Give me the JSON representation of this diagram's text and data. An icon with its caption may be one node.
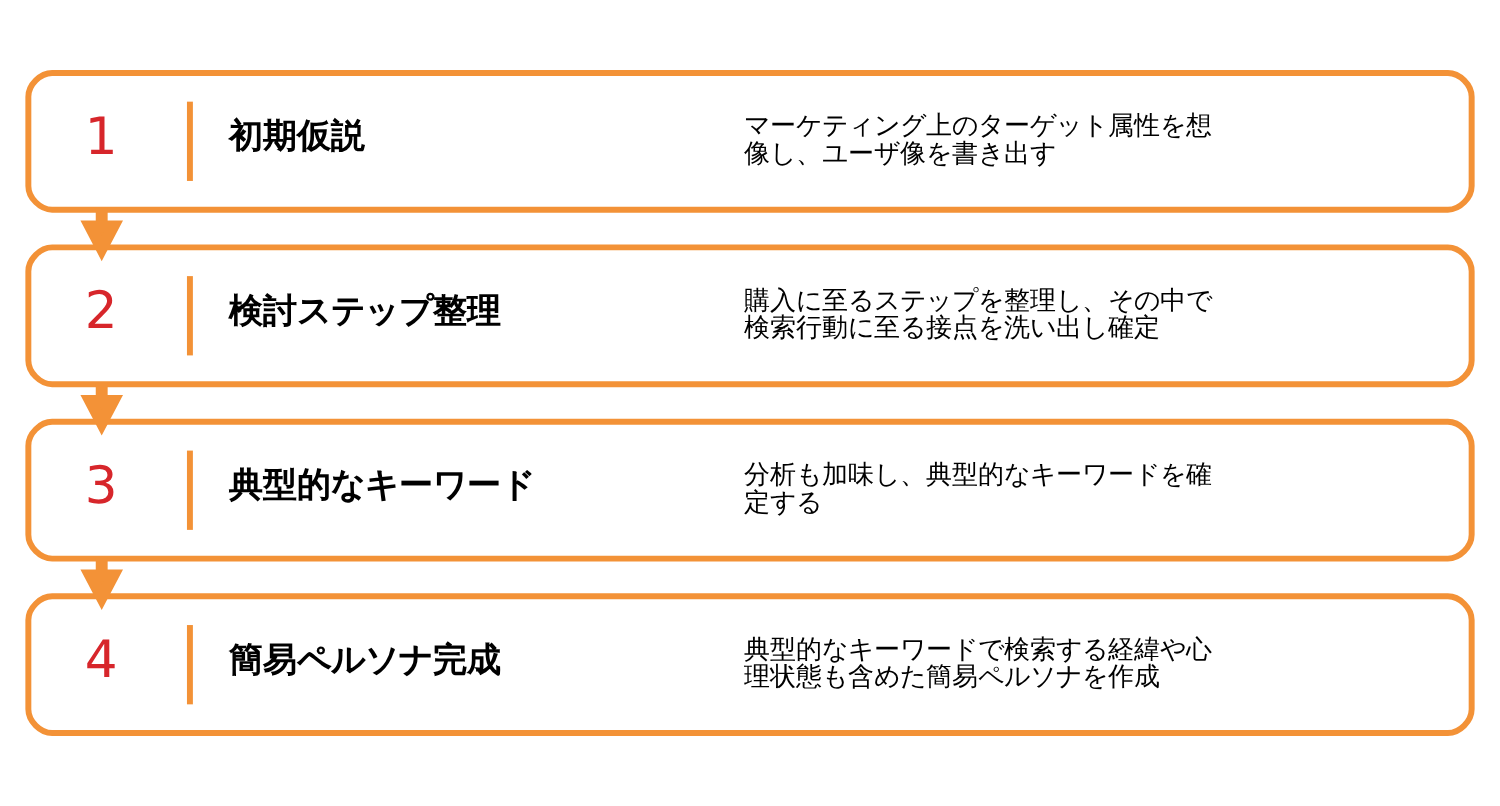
{
  "diagram": {
    "nodes": [
      {
        "text": [
          "1",
          "初期仮説",
          "マーケティング上のターゲット属性を想像し、ユーザ像を書き出す"
        ]
      },
      {
        "text": [
          "2",
          "検討ステップ整理",
          "購入に至るステップを整理し、その中で検索行動に至る接点を洗い出し確定"
        ]
      },
      {
        "text": [
          "3",
          "典型的なキーワード",
          "分析も加味し、典型的なキーワードを確定する"
        ]
      },
      {
        "text": [
          "4",
          "簡易ペルソナ完成",
          "典型的なキーワードで検索する経緯や心理状態も含めた簡易ペルソナを作成"
        ]
      }
    ],
    "edges": [
      {
        "from": 0,
        "to": 1,
        "arrow": "to"
      },
      {
        "from": 1,
        "to": 2,
        "arrow": "to"
      },
      {
        "from": 2,
        "to": 3,
        "arrow": "to"
      }
    ]
  }
}
